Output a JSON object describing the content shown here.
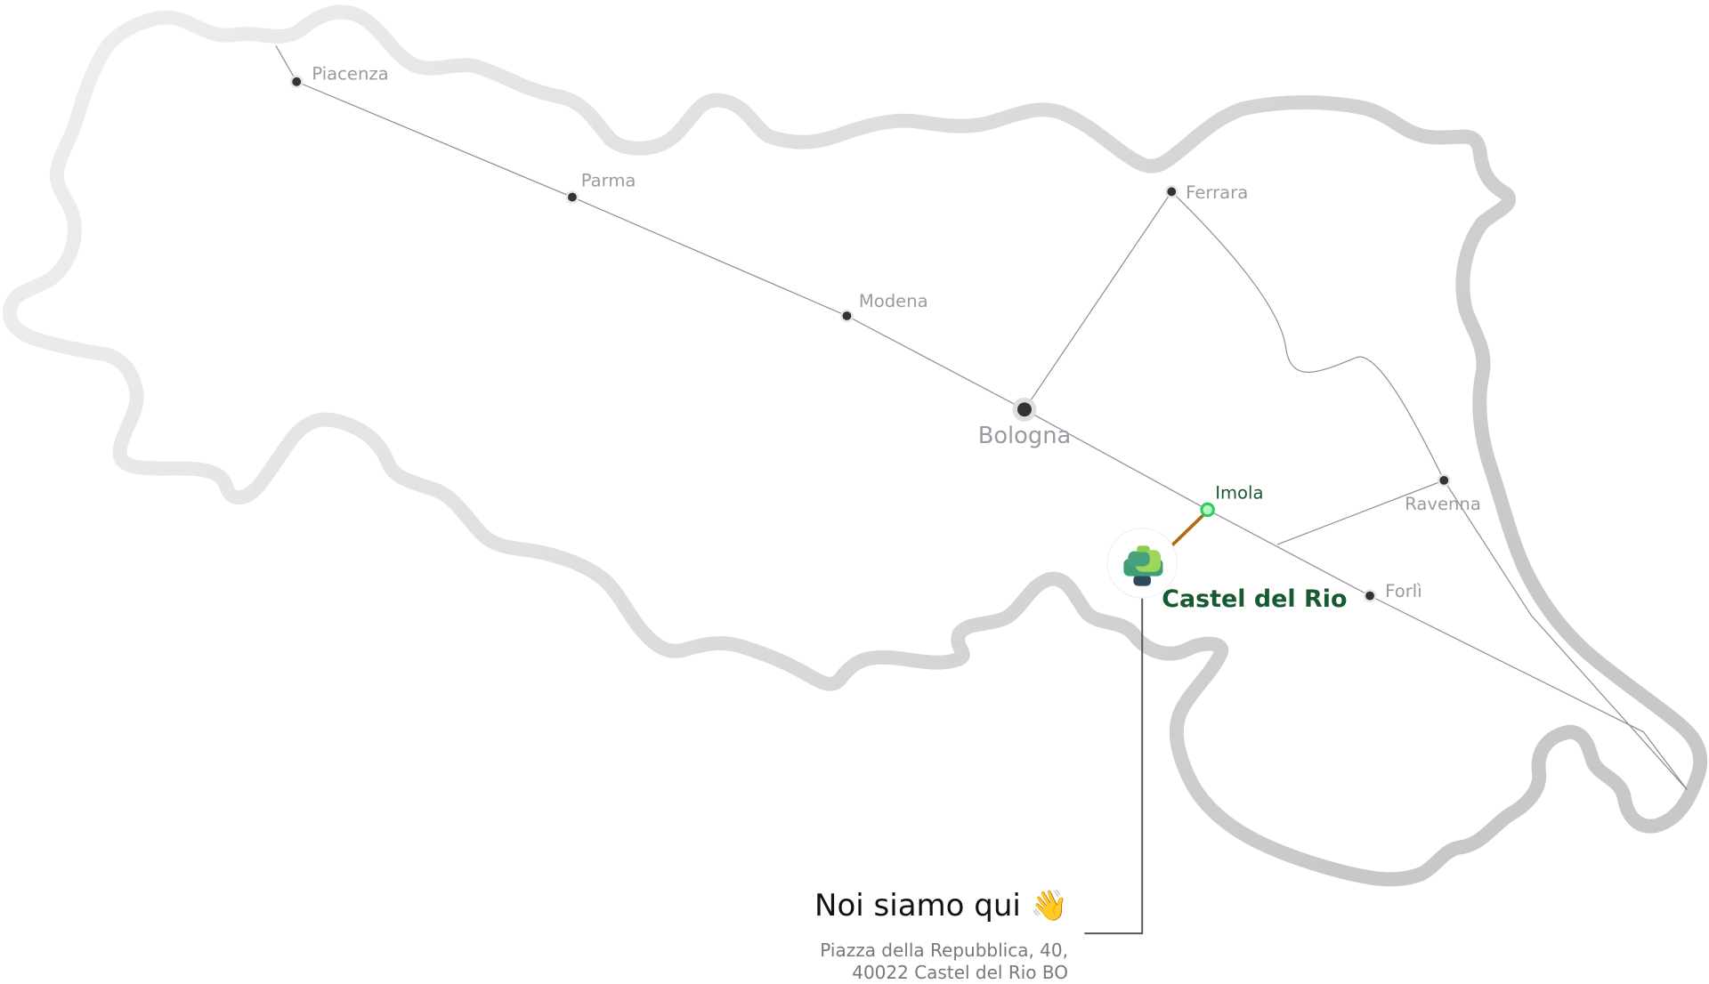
{
  "map": {
    "region_outline_color": "#d3d3d3",
    "route_color": "#8e8e96",
    "accent_green": "#2ecc5a",
    "link_color": "#b06a10",
    "cities": [
      {
        "name": "Piacenza"
      },
      {
        "name": "Parma"
      },
      {
        "name": "Modena"
      },
      {
        "name": "Bologna"
      },
      {
        "name": "Ferrara"
      },
      {
        "name": "Imola"
      },
      {
        "name": "Ravenna"
      },
      {
        "name": "Forlì"
      }
    ],
    "location": {
      "name": "Castel del Rio",
      "icon": "tree-icon"
    }
  },
  "note": {
    "title": "Noi siamo qui",
    "emoji": "👋",
    "address_line1": "Piazza della Repubblica, 40,",
    "address_line2": "40022 Castel del Rio BO"
  }
}
